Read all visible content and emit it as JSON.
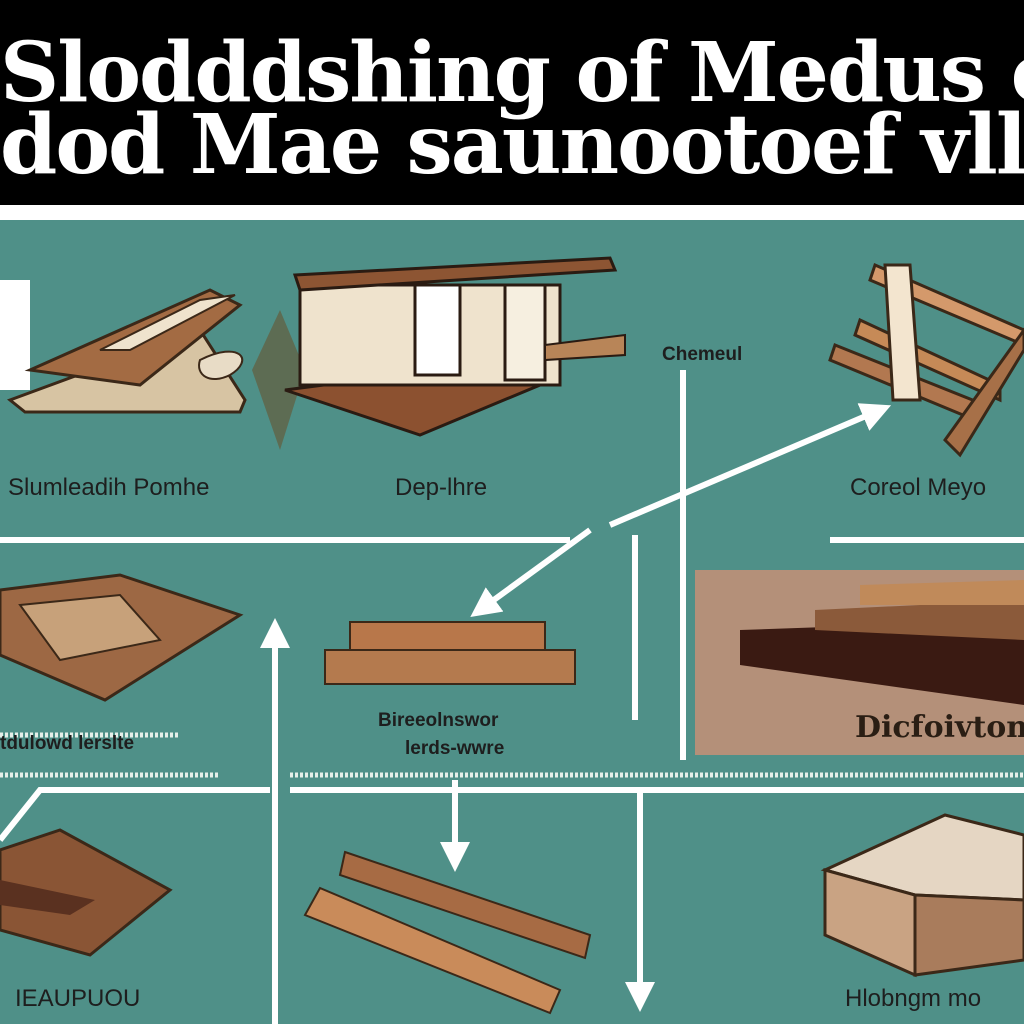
{
  "header": {
    "title_line1": "Slodddshing of Medus ofsb The Hot",
    "title_line2": "dod Mae saunootoef vllorpgeut li"
  },
  "nodes": [
    {
      "label": "Slumleadih Pomhe"
    },
    {
      "label": "Dep-lhre"
    },
    {
      "label": "Coreol Meyo"
    },
    {
      "label": "Chemeul"
    },
    {
      "label": "tdulowd lerslte"
    },
    {
      "label": "Bireeolnswor"
    },
    {
      "label": "lerds-wwre"
    },
    {
      "label": "Dicfoivton"
    },
    {
      "label": "IEAUPUOU"
    },
    {
      "label": "Hlobngm mo"
    }
  ],
  "colors": {
    "background": "#4f9088",
    "header": "#000000",
    "arrow": "#ffffff",
    "wood_dark": "#6b3d22",
    "wood_mid": "#a8714a",
    "wood_light": "#e7d8bf"
  }
}
